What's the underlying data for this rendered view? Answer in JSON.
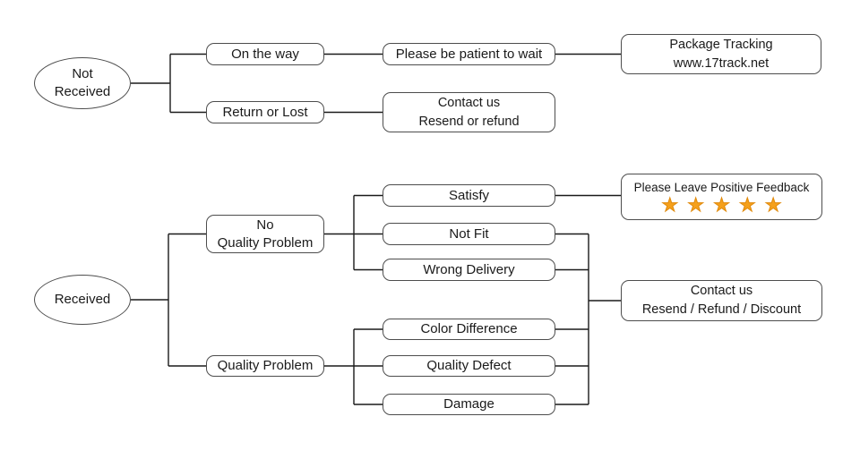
{
  "colors": {
    "star": "#F5A01B",
    "border": "#4d4d4d",
    "line": "#1a1a1a",
    "text": "#1a1a1a",
    "background": "#ffffff"
  },
  "not_received_flow": {
    "root": "Not\nReceived",
    "on_the_way": "On the way",
    "please_be_patient": "Please be patient to wait",
    "package_tracking": "Package Tracking\nwww.17track.net",
    "return_or_lost": "Return or Lost",
    "contact_us": "Contact us\nResend or refund"
  },
  "received_flow": {
    "root": "Received",
    "no_quality_problem": "No\nQuality Problem",
    "satisfy": "Satisfy",
    "not_fit": "Not Fit",
    "wrong_delivery": "Wrong Delivery",
    "feedback_title": "Please Leave Positive Feedback",
    "feedback_stars": "★★★★★",
    "quality_problem": "Quality Problem",
    "color_difference": "Color Difference",
    "quality_defect": "Quality Defect",
    "damage": "Damage",
    "contact_us": "Contact us\nResend / Refund / Discount"
  }
}
